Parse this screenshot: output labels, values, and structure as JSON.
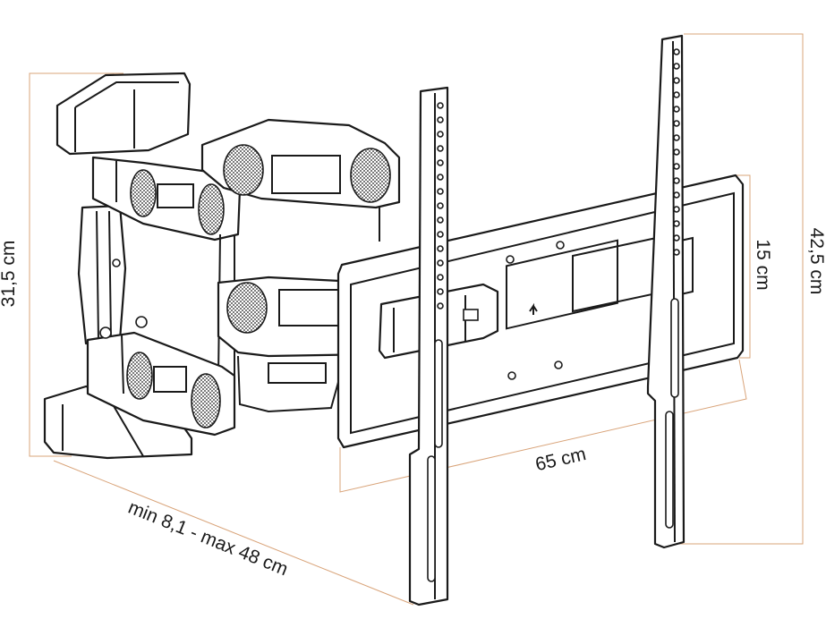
{
  "dimensions": {
    "arm_height": "31,5 cm",
    "plate_height": "15 cm",
    "rail_height": "42,5 cm",
    "plate_width": "65 cm",
    "extension": "min 8,1 - max 48 cm"
  },
  "colors": {
    "dimension_line": "#d9a47a",
    "outline": "#1a1a1a",
    "fill": "#ffffff"
  }
}
